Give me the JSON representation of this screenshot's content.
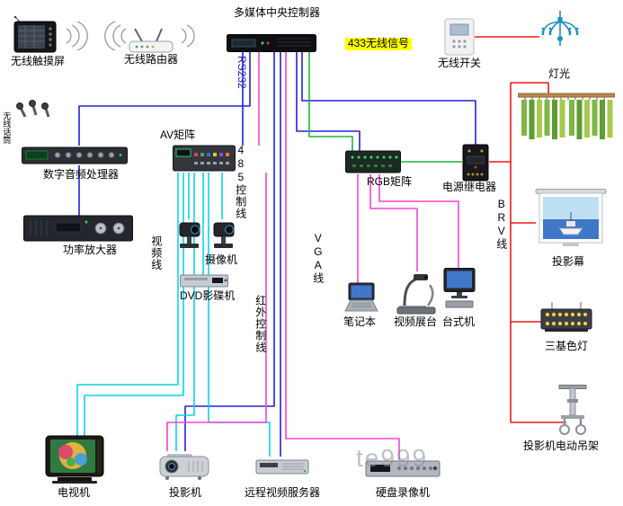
{
  "labels": {
    "touchscreen": "无线触摸屏",
    "router": "无线路由器",
    "controller": "多媒体中央控制器",
    "signal433": "433无线信号",
    "wireless_switch": "无线开关",
    "light": "灯光",
    "mics": "无线话筒",
    "audio_processor": "数字音频处理器",
    "amplifier": "功率放大器",
    "av_matrix": "AV矩阵",
    "rs232": "RS232",
    "ctl485": "485控制线",
    "video_line": "视频线",
    "camera": "摄像机",
    "dvd": "DVD影碟机",
    "ir_line": "红外控制线",
    "vga_line": "VGA线",
    "rgb_matrix": "RGB矩阵",
    "laptop": "笔记本",
    "visualizer": "视频展台",
    "desktop": "台式机",
    "relay": "电源继电器",
    "brv_line": "BRV线",
    "screen": "投影幕",
    "tricolor": "三基色灯",
    "hanger": "投影机电动吊架",
    "tv": "电视机",
    "projector": "投影机",
    "video_server": "远程视频服务器",
    "dvr": "硬盘录像机"
  },
  "watermark": "te999",
  "colors": {
    "wire_blue": "#2121d8",
    "wire_cyan": "#0fd3e8",
    "wire_magenta": "#f544d0",
    "wire_red": "#f21818",
    "wire_green": "#1db53c",
    "wifi_gray": "#9aa0a6",
    "highlight_yellow": "#ffff00"
  }
}
